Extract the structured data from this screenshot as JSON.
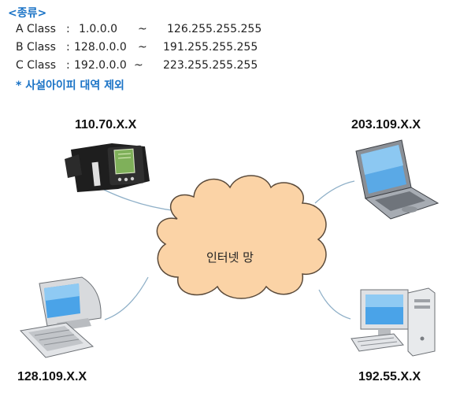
{
  "heading": "<종류>",
  "classes": [
    {
      "name": "A Class",
      "sep": ":",
      "start": "1.0.0.0",
      "tilde": "~",
      "end": "126.255.255.255"
    },
    {
      "name": "B Class",
      "sep": ":",
      "start": "128.0.0.0",
      "tilde": "~",
      "end": "191.255.255.255"
    },
    {
      "name": "C Class",
      "sep": ":",
      "start": "192.0.0.0",
      "tilde": "~",
      "end": "223.255.255.255"
    }
  ],
  "note": "* 사설아이피 대역 제외",
  "network": {
    "cloud_label": "인터넷 망",
    "nodes": {
      "top_left": "110.70.X.X",
      "top_right": "203.109.X.X",
      "bottom_left": "128.109.X.X",
      "bottom_right": "192.55.X.X"
    }
  },
  "colors": {
    "accent_text": "#1a73c6",
    "cloud_fill": "#fbd3a6",
    "cloud_stroke": "#5a4a3a",
    "link_line": "#8fb0c8"
  }
}
